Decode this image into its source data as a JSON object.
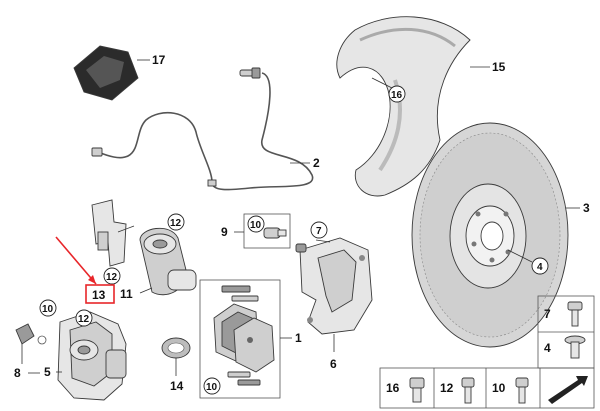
{
  "callouts": {
    "c1": "1",
    "c2": "2",
    "c3": "3",
    "c4": "4",
    "c5": "5",
    "c6": "6",
    "c7": "7",
    "c8": "8",
    "c9": "9",
    "c10": "10",
    "c11": "11",
    "c12": "12",
    "c13": "13",
    "c14": "14",
    "c15": "15",
    "c16": "16",
    "c17": "17"
  },
  "colors": {
    "highlight": "#e8262a",
    "line": "#333333"
  }
}
